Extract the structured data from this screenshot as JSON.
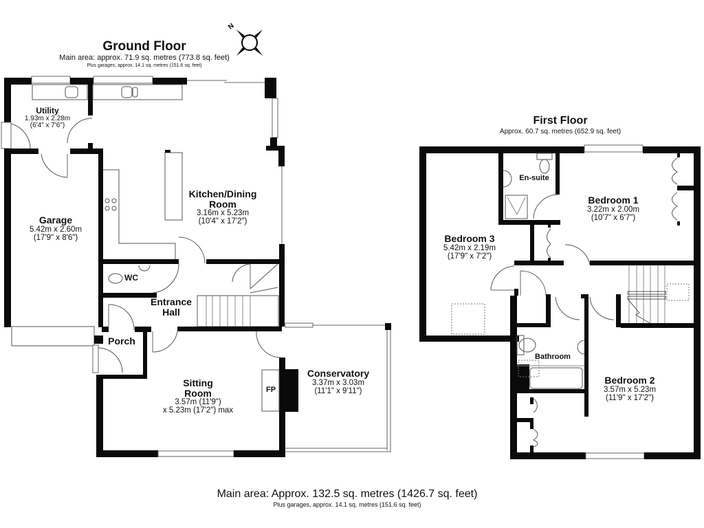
{
  "ground_floor": {
    "title": "Ground Floor",
    "area": "Main area: approx. 71.9 sq. metres (773.8 sq. feet)",
    "garages": "Plus garages, approx. 14.1 sq. metres (151.6 sq. feet)",
    "rooms": [
      {
        "name": "Utility",
        "dim_m": "1.93m x 2.28m",
        "dim_ft": "(6'4\" x 7'6\")"
      },
      {
        "name": "Kitchen/Dining",
        "name2": "Room",
        "dim_m": "3.16m x 5.23m",
        "dim_ft": "(10'4\" x 17'2\")"
      },
      {
        "name": "Garage",
        "dim_m": "5.42m x 2.60m",
        "dim_ft": "(17'9\" x 8'6\")"
      },
      {
        "name": "WC"
      },
      {
        "name": "Entrance",
        "name2": "Hall"
      },
      {
        "name": "Porch"
      },
      {
        "name": "Sitting",
        "name2": "Room",
        "dim_m": "3.57m (11'9\")",
        "dim_ft": "x 5.23m (17'2\") max"
      },
      {
        "name": "Conservatory",
        "dim_m": "3.37m x 3.03m",
        "dim_ft": "(11'1\" x 9'11\")"
      }
    ],
    "fireplace_label": "FP"
  },
  "first_floor": {
    "title": "First Floor",
    "area": "Approx. 60.7 sq. metres (652.9 sq. feet)",
    "rooms": [
      {
        "name": "En-suite"
      },
      {
        "name": "Bedroom 1",
        "dim_m": "3.22m x 2.00m",
        "dim_ft": "(10'7\" x 6'7\")"
      },
      {
        "name": "Bedroom 3",
        "dim_m": "5.42m x 2.19m",
        "dim_ft": "(17'9\" x 7'2\")"
      },
      {
        "name": "Bathroom"
      },
      {
        "name": "Bedroom 2",
        "dim_m": "3.57m x 5.23m",
        "dim_ft": "(11'9\" x 17'2\")"
      }
    ]
  },
  "compass": {
    "label": "N",
    "icon": "compass-rose-icon"
  },
  "footer": {
    "main": "Main area: Approx. 132.5 sq. metres (1426.7 sq. feet)",
    "sub": "Plus garages, approx. 14.1 sq. metres (151.6 sq. feet)"
  }
}
